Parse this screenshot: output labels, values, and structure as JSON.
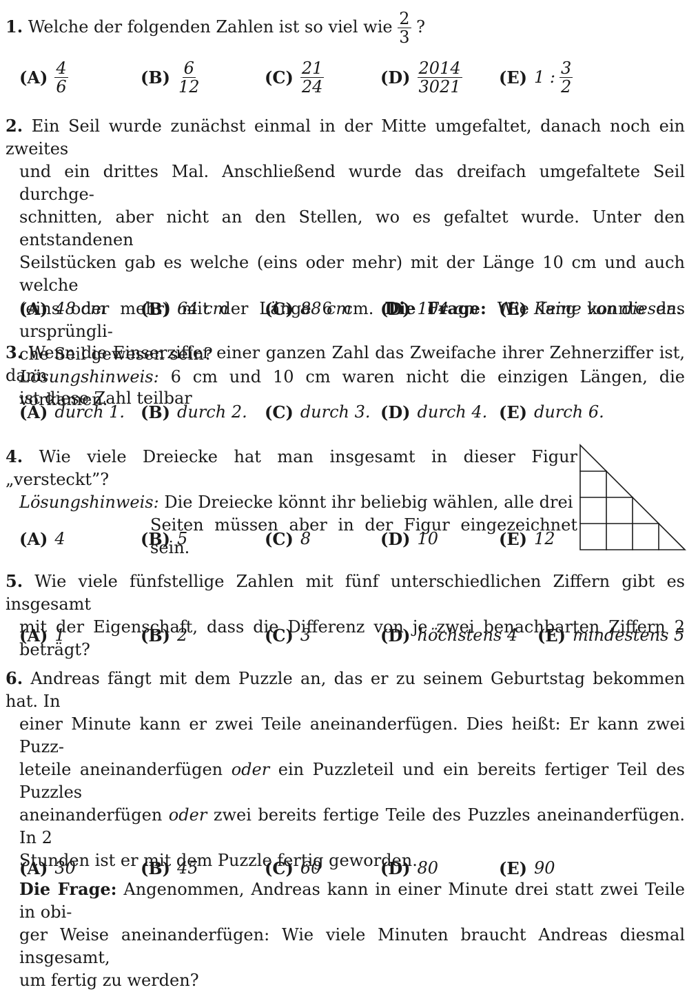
{
  "p1": {
    "num": "1.",
    "text": "Welche der folgenden Zahlen ist so viel wie",
    "frac_n": "2",
    "frac_d": "3",
    "qmark": "?",
    "options": [
      {
        "label": "(A)",
        "n": "4",
        "d": "6"
      },
      {
        "label": "(B)",
        "n": "6",
        "d": "12"
      },
      {
        "label": "(C)",
        "n": "21",
        "d": "24"
      },
      {
        "label": "(D)",
        "n": "2014",
        "d": "3021"
      },
      {
        "label": "(E)",
        "pre": "1 :",
        "n": "3",
        "d": "2"
      }
    ]
  },
  "p2": {
    "num": "2.",
    "lines": [
      "Ein Seil wurde zunächst einmal in der Mitte umgefaltet, danach noch ein zweites",
      "und ein drittes Mal. Anschließend wurde das dreifach umgefaltete Seil durchge-",
      "schnitten, aber nicht an den Stellen, wo es gefaltet wurde. Unter den entstandenen",
      "Seilstücken gab es welche (eins oder mehr) mit der Länge 10 cm und auch welche",
      "(eins oder mehr) mit der Länge 6 cm."
    ],
    "q_label": "Die Frage:",
    "q_rest": "Wie lang konnte das ursprüngli-",
    "q_line2": "che Seil gewesen sein?",
    "hint_label": "Lösungshinweis:",
    "hint": "6 cm und 10 cm waren nicht die einzigen Längen, die vorkamen.",
    "options": [
      {
        "label": "(A)",
        "value": "48 cm"
      },
      {
        "label": "(B)",
        "value": "64 cm"
      },
      {
        "label": "(C)",
        "value": "88 cm"
      },
      {
        "label": "(D)",
        "value": "104 cm"
      },
      {
        "label": "(E)",
        "value": "Keine von diesen."
      }
    ]
  },
  "p3": {
    "num": "3.",
    "line1": "Wenn die Einserziffer einer ganzen Zahl das Zweifache ihrer Zehnerziffer ist, dann",
    "line2": "ist diese Zahl teilbar",
    "options": [
      {
        "label": "(A)",
        "value": "durch 1."
      },
      {
        "label": "(B)",
        "value": "durch 2."
      },
      {
        "label": "(C)",
        "value": "durch 3."
      },
      {
        "label": "(D)",
        "value": "durch 4."
      },
      {
        "label": "(E)",
        "value": "durch 6."
      }
    ]
  },
  "p4": {
    "num": "4.",
    "text": "Wie viele Dreiecke hat man insgesamt in dieser Figur „versteckt”?",
    "hint_label": "Lösungshinweis:",
    "hint1": "Die Dreiecke könnt ihr beliebig wählen, alle drei",
    "hint2": "Seiten müssen aber in der Figur eingezeichnet sein.",
    "options": [
      {
        "label": "(A)",
        "value": "4"
      },
      {
        "label": "(B)",
        "value": "5"
      },
      {
        "label": "(C)",
        "value": "8"
      },
      {
        "label": "(D)",
        "value": "10"
      },
      {
        "label": "(E)",
        "value": "12"
      }
    ]
  },
  "p5": {
    "num": "5.",
    "line1": "Wie viele fünfstellige Zahlen mit fünf unterschiedlichen Ziffern gibt es insgesamt",
    "line2": "mit der Eigenschaft, dass die Differenz von je zwei benachbarten Ziffern 2 beträgt?",
    "options": [
      {
        "label": "(A)",
        "value": "1"
      },
      {
        "label": "(B)",
        "value": "2"
      },
      {
        "label": "(C)",
        "value": "3"
      },
      {
        "label": "(D)",
        "value": "höchstens 4"
      },
      {
        "label": "(E)",
        "value": "mindestens 5"
      }
    ]
  },
  "p6": {
    "num": "6.",
    "l1": "Andreas fängt mit dem Puzzle an, das er zu seinem Geburtstag bekommen hat. In",
    "l2": "einer Minute kann er zwei Teile aneinanderfügen. Dies heißt: Er kann zwei Puzz-",
    "l3a": "leteile aneinanderfügen",
    "oder": "oder",
    "l3b": "ein Puzzleteil und ein bereits fertiger Teil des Puzzles",
    "l4a": "aneinanderfügen",
    "l4b": "zwei bereits fertige Teile des Puzzles aneinanderfügen. In 2",
    "l5": "Stunden ist er mit dem Puzzle fertig geworden.",
    "q_label": "Die Frage:",
    "q1": "Angenommen, Andreas kann in einer Minute drei statt zwei Teile in obi-",
    "q2": "ger Weise aneinanderfügen: Wie viele Minuten braucht Andreas diesmal insgesamt,",
    "q3": "um fertig zu werden?",
    "options": [
      {
        "label": "(A)",
        "value": "30"
      },
      {
        "label": "(B)",
        "value": "45"
      },
      {
        "label": "(C)",
        "value": "60"
      },
      {
        "label": "(D)",
        "value": "80"
      },
      {
        "label": "(E)",
        "value": "90"
      }
    ]
  }
}
